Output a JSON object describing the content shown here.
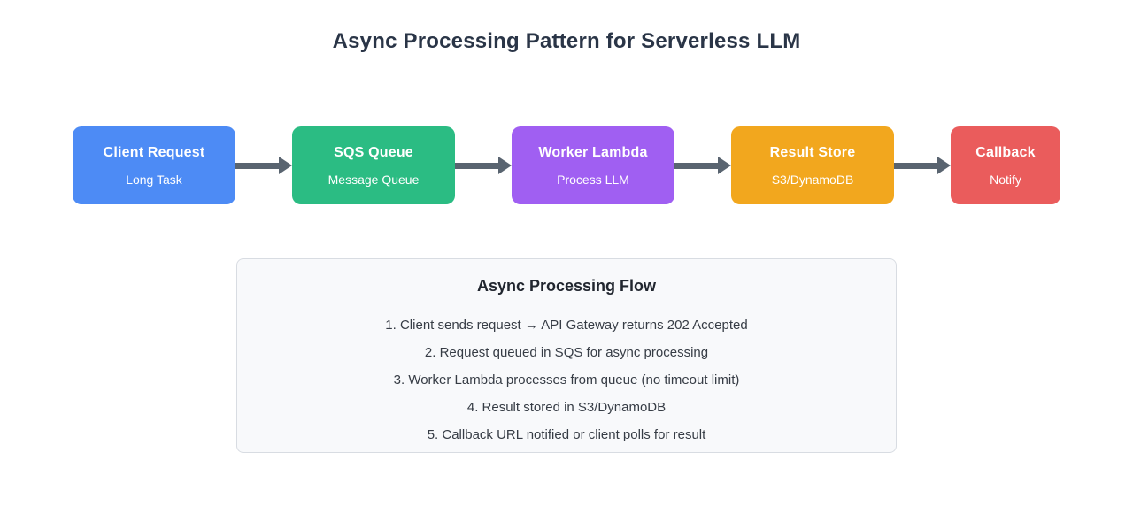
{
  "page": {
    "title": "Async Processing Pattern for Serverless LLM"
  },
  "flow": {
    "arrow_color": "#596470",
    "nodes": [
      {
        "title": "Client Request",
        "subtitle": "Long Task",
        "color": "#4d8bf5"
      },
      {
        "title": "SQS Queue",
        "subtitle": "Message Queue",
        "color": "#2bbc83"
      },
      {
        "title": "Worker Lambda",
        "subtitle": "Process LLM",
        "color": "#a05ff2"
      },
      {
        "title": "Result Store",
        "subtitle": "S3/DynamoDB",
        "color": "#f2a71e"
      },
      {
        "title": "Callback",
        "subtitle": "Notify",
        "color": "#ea5c5c"
      }
    ]
  },
  "panel": {
    "title": "Async Processing Flow",
    "steps": [
      "1. Client sends request → API Gateway returns 202 Accepted",
      "2. Request queued in SQS for async processing",
      "3. Worker Lambda processes from queue (no timeout limit)",
      "4. Result stored in S3/DynamoDB",
      "5. Callback URL notified or client polls for result"
    ]
  }
}
